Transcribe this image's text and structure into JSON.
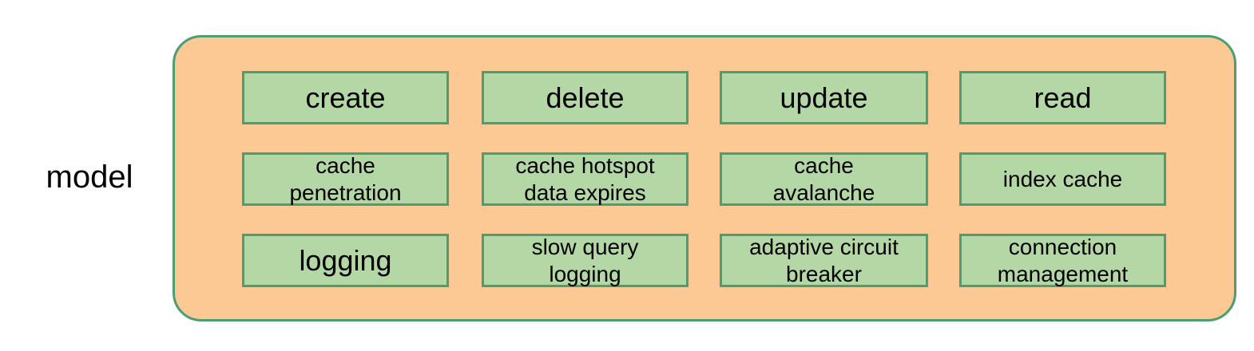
{
  "diagram": {
    "group_label": "model",
    "colors": {
      "container_fill": "#fcc894",
      "container_border": "#4a9e72",
      "box_fill": "#b3d7a5",
      "box_border": "#4a9e72",
      "text": "#000000",
      "background": "#ffffff"
    },
    "rows": [
      {
        "cells": [
          {
            "label": "create"
          },
          {
            "label": "delete"
          },
          {
            "label": "update"
          },
          {
            "label": "read"
          }
        ]
      },
      {
        "cells": [
          {
            "label": "cache\npenetration"
          },
          {
            "label": "cache hotspot\ndata expires"
          },
          {
            "label": "cache\navalanche"
          },
          {
            "label": "index cache"
          }
        ]
      },
      {
        "cells": [
          {
            "label": "logging"
          },
          {
            "label": "slow query\nlogging"
          },
          {
            "label": "adaptive circuit\nbreaker"
          },
          {
            "label": "connection\nmanagement"
          }
        ]
      }
    ]
  }
}
